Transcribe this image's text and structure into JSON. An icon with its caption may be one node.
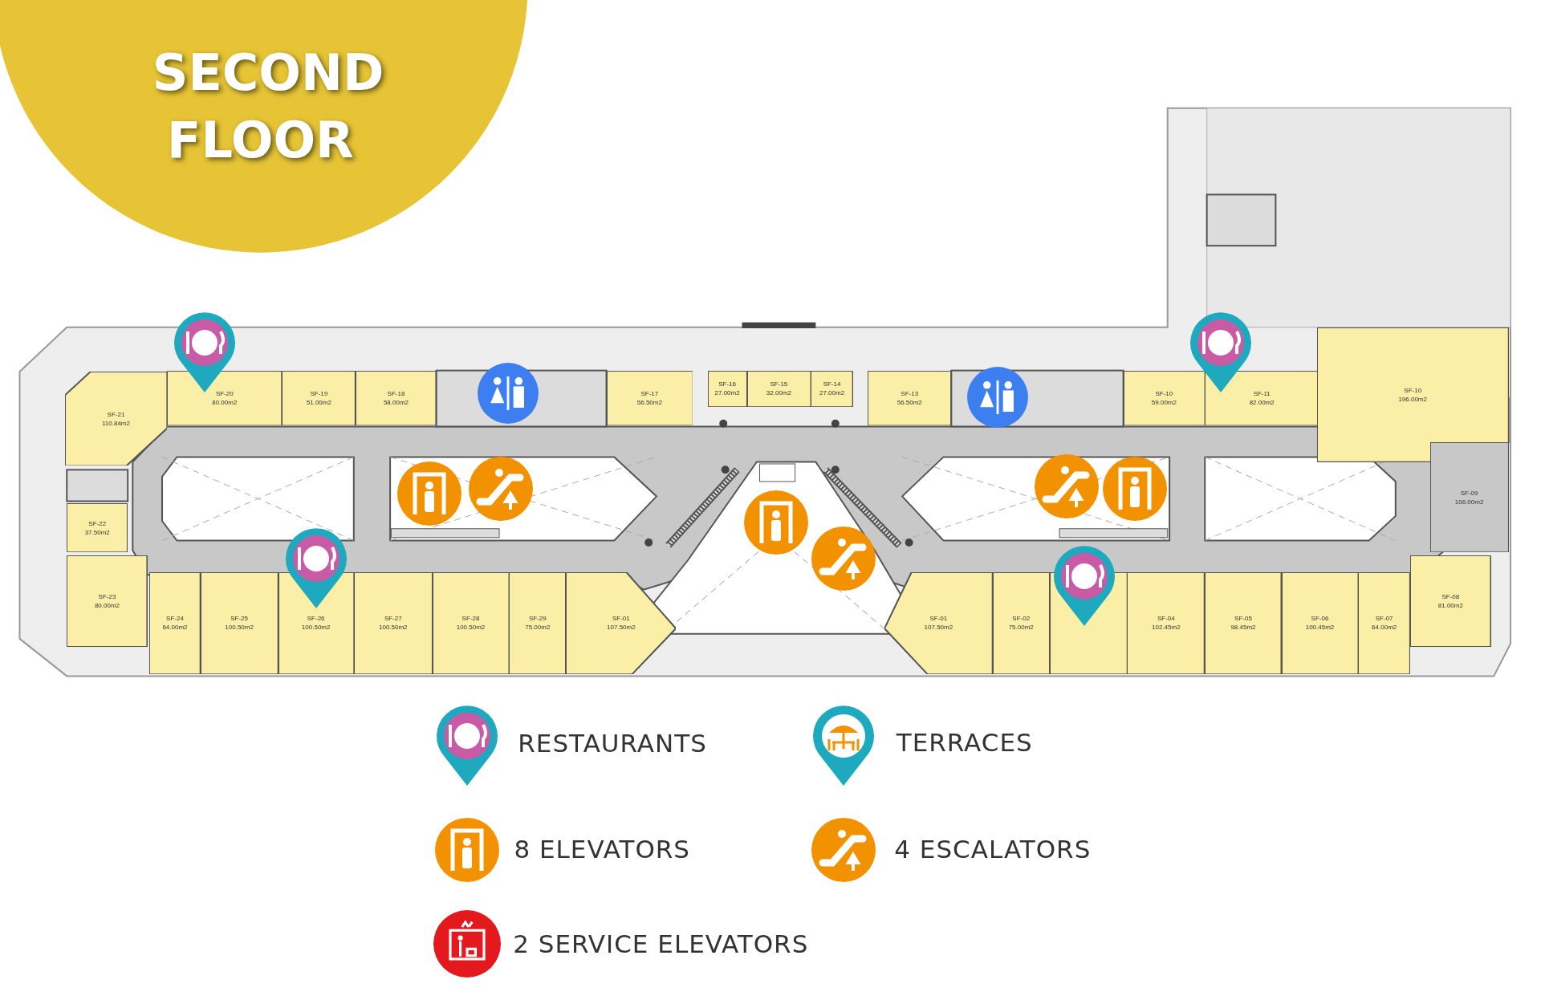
{
  "diagram": {
    "title": "SECOND FLOOR",
    "nodes": [
      {
        "text": [
          "SF-21",
          "110.84m2"
        ]
      },
      {
        "text": [
          "SF-20",
          "80.00m2"
        ]
      },
      {
        "text": [
          "SF-19",
          "51.00m2"
        ]
      },
      {
        "text": [
          "SF-18",
          "58.00m2"
        ]
      },
      {
        "text": [
          "SF-17",
          "56.50m2"
        ]
      },
      {
        "text": [
          "SF-16",
          "27.00m2"
        ]
      },
      {
        "text": [
          "SF-15",
          "32.00m2"
        ]
      },
      {
        "text": [
          "SF-14",
          "27.00m2"
        ]
      },
      {
        "text": [
          "SF-13",
          "56.50m2"
        ]
      },
      {
        "text": [
          "SF-10",
          "59.00m2"
        ]
      },
      {
        "text": [
          "SF-11",
          "82.00m2"
        ]
      },
      {
        "text": [
          "SF-10",
          "196.00m2"
        ]
      },
      {
        "text": [
          "SF-09",
          "106.00m2"
        ]
      },
      {
        "text": [
          "SF-22",
          "37.50m2"
        ]
      },
      {
        "text": [
          "SF-23",
          "80.00m2"
        ]
      },
      {
        "text": [
          "SF-24",
          "64.00m2"
        ]
      },
      {
        "text": [
          "SF-25",
          "100.50m2"
        ]
      },
      {
        "text": [
          "SF-26",
          "100.50m2"
        ]
      },
      {
        "text": [
          "SF-27",
          "100.50m2"
        ]
      },
      {
        "text": [
          "SF-28",
          "100.50m2"
        ]
      },
      {
        "text": [
          "SF-29",
          "75.00m2"
        ]
      },
      {
        "text": [
          "SF-01",
          "107.50m2"
        ]
      },
      {
        "text": [
          "SF-01",
          "107.50m2"
        ]
      },
      {
        "text": [
          "SF-02",
          "75.00m2"
        ]
      },
      {
        "text": [],
        "shape": "box"
      },
      {
        "text": [
          "SF-04",
          "102.45m2"
        ]
      },
      {
        "text": [
          "SF-05",
          "98.45m2"
        ]
      },
      {
        "text": [
          "SF-06",
          "100.45m2"
        ]
      },
      {
        "text": [
          "SF-07",
          "64.00m2"
        ]
      },
      {
        "text": [
          "SF-08",
          "81.00m2"
        ]
      }
    ],
    "edges": [],
    "legend": [
      {
        "text": "RESTAURANTS"
      },
      {
        "text": "TERRACES"
      },
      {
        "text": "8 ELEVATORS"
      },
      {
        "text": "4 ESCALATORS"
      },
      {
        "text": "2 SERVICE ELEVATORS"
      }
    ]
  }
}
